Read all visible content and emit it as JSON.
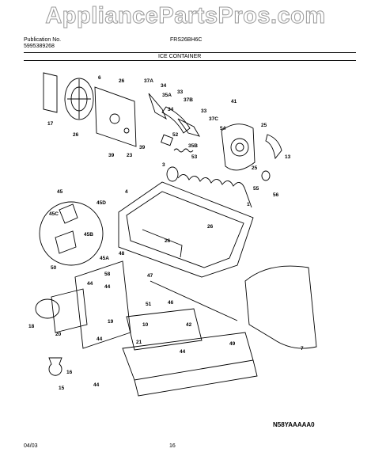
{
  "watermark": "AppliancePartsPros.com",
  "header": {
    "publication_label": "Publication No.",
    "publication_number": "5995389268",
    "model": "FRS26BH6C",
    "section_title": "ICE CONTAINER"
  },
  "footer": {
    "date": "04/03",
    "page_number": "16",
    "drawing_code": "N58YAAAAA0"
  },
  "part_labels": [
    "6",
    "26",
    "17",
    "26",
    "39",
    "39",
    "23",
    "37A",
    "34",
    "33",
    "35A",
    "37B",
    "34",
    "33",
    "37C",
    "41",
    "54",
    "25",
    "52",
    "35B",
    "53",
    "13",
    "55",
    "56",
    "3",
    "25",
    "45",
    "45D",
    "45C",
    "45B",
    "4",
    "1",
    "26",
    "26",
    "45A",
    "50",
    "48",
    "47",
    "46",
    "58",
    "44",
    "44",
    "51",
    "10",
    "19",
    "18",
    "20",
    "42",
    "44",
    "21",
    "49",
    "44",
    "16",
    "44",
    "15",
    "7"
  ]
}
